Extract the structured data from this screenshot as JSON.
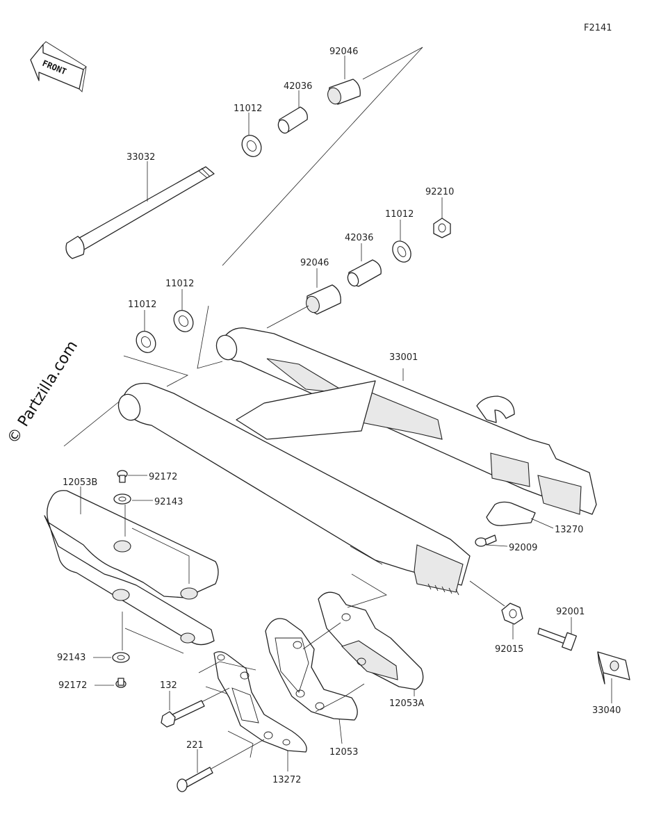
{
  "page": {
    "code": "F2141",
    "watermark": "© Partzilla.com",
    "front_arrow": "FRONT"
  },
  "labels": [
    {
      "id": "92046-top",
      "text": "92046"
    },
    {
      "id": "42036-top",
      "text": "42036"
    },
    {
      "id": "11012-top",
      "text": "11012"
    },
    {
      "id": "33032",
      "text": "33032"
    },
    {
      "id": "92210",
      "text": "92210"
    },
    {
      "id": "11012-mid",
      "text": "11012"
    },
    {
      "id": "42036-mid",
      "text": "42036"
    },
    {
      "id": "92046-mid",
      "text": "92046"
    },
    {
      "id": "11012-left2",
      "text": "11012"
    },
    {
      "id": "11012-left1",
      "text": "11012"
    },
    {
      "id": "33001",
      "text": "33001"
    },
    {
      "id": "12053B",
      "text": "12053B"
    },
    {
      "id": "92172-top",
      "text": "92172"
    },
    {
      "id": "92143-top",
      "text": "92143"
    },
    {
      "id": "13270",
      "text": "13270"
    },
    {
      "id": "92009",
      "text": "92009"
    },
    {
      "id": "92001",
      "text": "92001"
    },
    {
      "id": "92015",
      "text": "92015"
    },
    {
      "id": "33040",
      "text": "33040"
    },
    {
      "id": "92143-bot",
      "text": "92143"
    },
    {
      "id": "92172-bot",
      "text": "92172"
    },
    {
      "id": "132",
      "text": "132"
    },
    {
      "id": "12053A",
      "text": "12053A"
    },
    {
      "id": "12053",
      "text": "12053"
    },
    {
      "id": "221",
      "text": "221"
    },
    {
      "id": "13272",
      "text": "13272"
    }
  ]
}
